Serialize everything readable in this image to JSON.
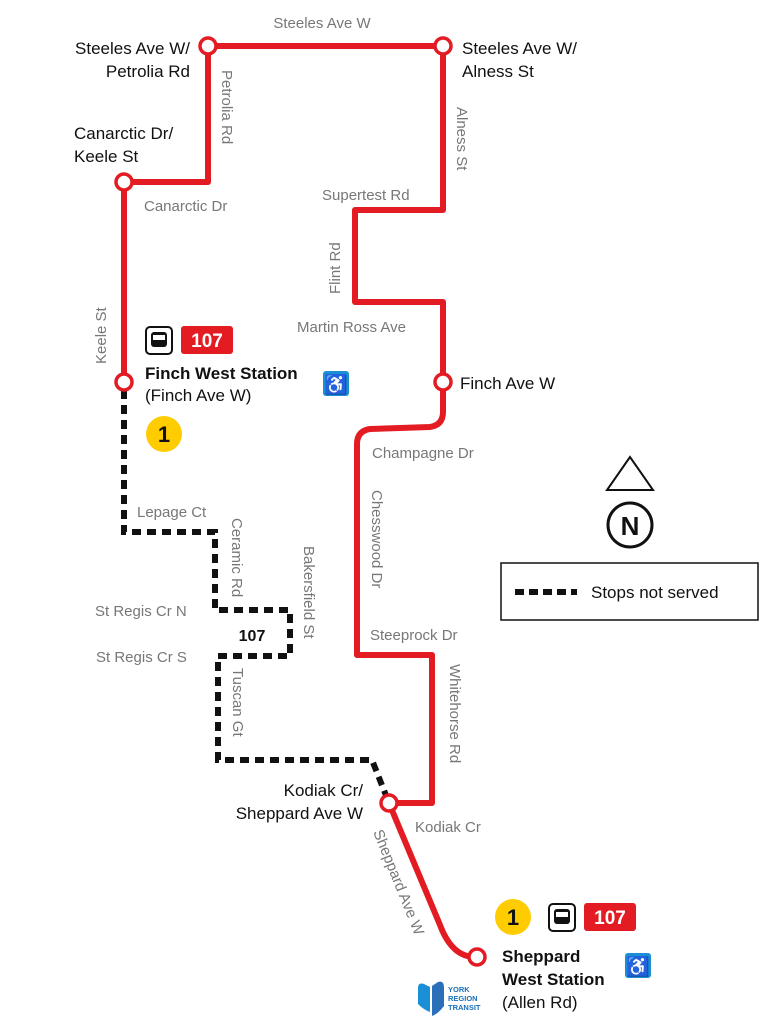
{
  "colors": {
    "route": "#e31b23",
    "detour": "#111111",
    "subway": "#ffcc00",
    "accessible": "#1a8fd6"
  },
  "stops": {
    "steeles_petrolia": [
      "Steeles Ave W/",
      "Petrolia Rd"
    ],
    "steeles_alness": [
      "Steeles Ave W/",
      "Alness St"
    ],
    "canarctic_keele": [
      "Canarctic Dr/",
      "Keele St"
    ],
    "finch_ave_w": "Finch Ave W",
    "kodiak_sheppard": [
      "Kodiak Cr/",
      "Sheppard Ave W"
    ]
  },
  "stations": {
    "finch_west": {
      "name": "Finch West Station",
      "sub": "(Finch Ave W)",
      "line": "1",
      "route": "107"
    },
    "sheppard_west": {
      "name1": "Sheppard",
      "name2": "West Station",
      "sub": "(Allen Rd)",
      "line": "1",
      "route": "107"
    }
  },
  "streets": {
    "steeles": "Steeles Ave W",
    "petrolia": "Petrolia Rd",
    "alness": "Alness St",
    "canarctic": "Canarctic Dr",
    "supertest": "Supertest Rd",
    "flint": "Flint Rd",
    "martin_ross": "Martin Ross Ave",
    "keele": "Keele St",
    "champagne": "Champagne Dr",
    "chesswood": "Chesswood Dr",
    "lepage": "Lepage Ct",
    "ceramic": "Ceramic Rd",
    "bakersfield": "Bakersfield St",
    "st_regis_n": "St Regis Cr N",
    "st_regis_s": "St Regis Cr S",
    "tuscan": "Tuscan Gt",
    "steeprock": "Steeprock Dr",
    "whitehorse": "Whitehorse Rd",
    "kodiak": "Kodiak Cr",
    "sheppard": "Sheppard Ave W"
  },
  "detour_route_label": "107",
  "legend": {
    "stops_not_served": "Stops not served"
  },
  "north": "N",
  "logo": [
    "YORK",
    "REGION",
    "TRANSIT"
  ],
  "icons": [
    "bus-icon",
    "accessible-icon",
    "north-arrow-icon",
    "subway-line-icon"
  ]
}
